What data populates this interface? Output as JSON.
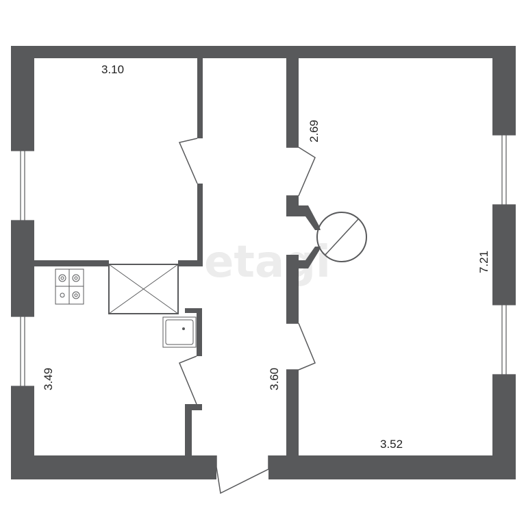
{
  "dimensions": {
    "room_top_left_width": "3.10",
    "room_right_height_top": "2.69",
    "room_right_height": "7.21",
    "room_right_width": "3.52",
    "corridor_length": "3.60",
    "kitchen_height": "3.49"
  },
  "watermark": "etagi",
  "colors": {
    "wall": "#58595b",
    "background": "#ffffff",
    "watermark": "#ececec"
  }
}
